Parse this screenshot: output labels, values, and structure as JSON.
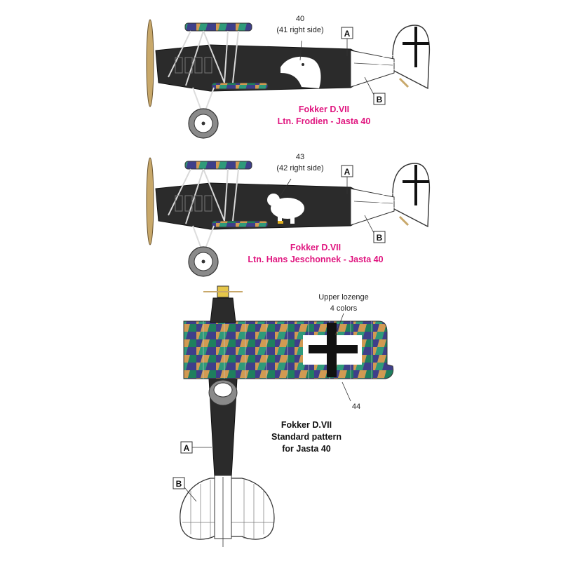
{
  "colors": {
    "fuselage": "#2b2b2b",
    "tail_white": "#ffffff",
    "propeller": "#c8a86a",
    "caption_magenta": "#e0157f",
    "caption_black": "#111111",
    "lozenge": [
      "#2f9a7a",
      "#3e3f8a",
      "#d19a52",
      "#1f7f5e"
    ],
    "tire": "#8a8a8a"
  },
  "aircraft_1": {
    "number_line1": "40",
    "number_line2": "(41 right side)",
    "marker_a": "A",
    "marker_b": "B",
    "caption_line1": "Fokker D.VII",
    "caption_line2": "Ltn. Frodien - Jasta 40",
    "emblem": "eagle-head"
  },
  "aircraft_2": {
    "number_line1": "43",
    "number_line2": "(42 right side)",
    "marker_a": "A",
    "marker_b": "B",
    "caption_line1": "Fokker D.VII",
    "caption_line2": "Ltn. Hans Jeschonnek - Jasta 40",
    "emblem": "white-bear"
  },
  "top_view": {
    "label_upper_line1": "Upper lozenge",
    "label_upper_line2": "4 colors",
    "label_number": "44",
    "marker_a": "A",
    "marker_b": "B",
    "caption_line1": "Fokker D.VII",
    "caption_line2": "Standard pattern",
    "caption_line3": "for Jasta 40"
  }
}
